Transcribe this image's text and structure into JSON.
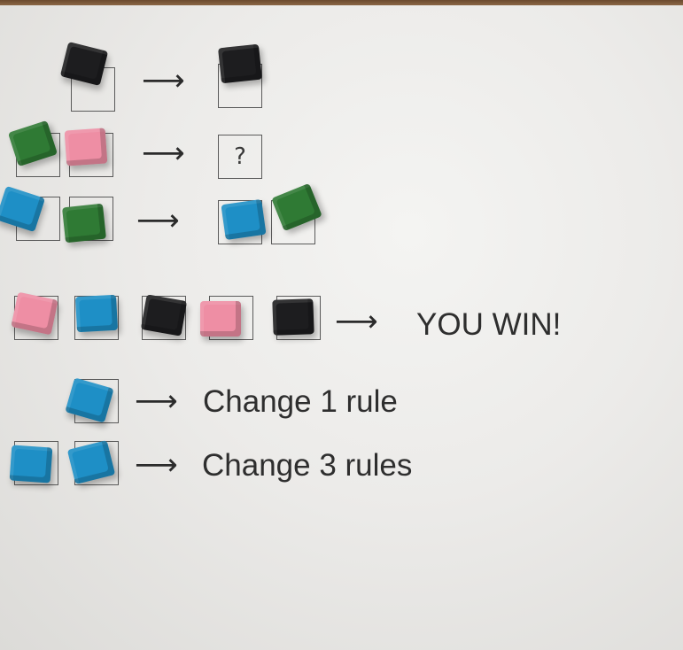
{
  "rules": [
    {
      "arrow": "⟶",
      "result_symbol": null
    },
    {
      "arrow": "⟶",
      "result_symbol": "?"
    },
    {
      "arrow": "⟶",
      "result_symbol": null
    }
  ],
  "win_row": {
    "arrow": "⟶",
    "label": "YOU WIN!"
  },
  "change_rows": [
    {
      "arrow": "⟶",
      "label": "Change 1 rule"
    },
    {
      "arrow": "⟶",
      "label": "Change 3 rules"
    }
  ],
  "colors": {
    "black": "#1d1d1f",
    "green": "#2f7a34",
    "pink": "#ee8ea4",
    "blue": "#1e8fc6"
  }
}
